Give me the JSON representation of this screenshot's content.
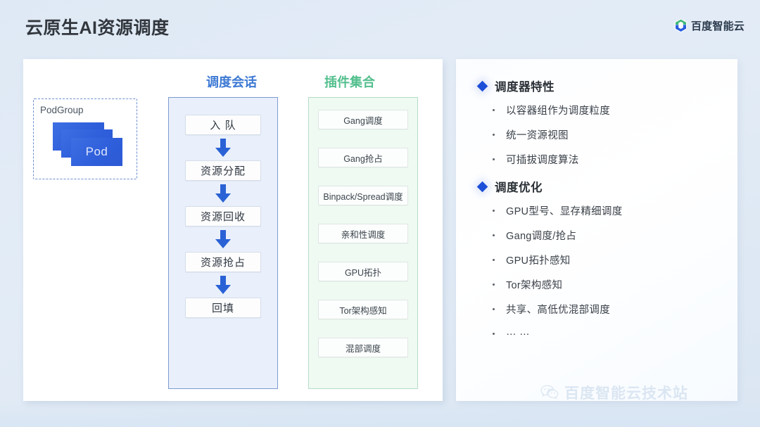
{
  "header": {
    "title": "云原生AI资源调度",
    "brand": {
      "name": "百度智能云",
      "logo_icon": "baidu-cloud-hexagon-icon",
      "logo_colors": {
        "green": "#47b97d",
        "blue": "#2a5ee0"
      }
    }
  },
  "diagram": {
    "podgroup": {
      "label": "PodGroup",
      "pods": [
        "Pod",
        "Pod",
        "Pod"
      ],
      "border_style": "dashed",
      "border_color": "#6d8fd0",
      "pod_color": "#2f5fdb"
    },
    "connector_left_icon": "chevron-right-icon",
    "connector_right_icon": "chevron-left-icon",
    "connector_color": "#2a62d6",
    "session": {
      "title": "调度会话",
      "title_color": "#3e7ad4",
      "panel_bg": "#e9f0fb",
      "panel_border": "#7e9bd2",
      "steps": [
        "入 队",
        "资源分配",
        "资源回收",
        "资源抢占",
        "回填"
      ],
      "arrow_icon": "arrow-down-icon"
    },
    "plugins": {
      "title": "插件集合",
      "title_color": "#53bf8e",
      "panel_bg": "#effaf3",
      "panel_border": "#b5dcc6",
      "items": [
        "Gang调度",
        "Gang抢占",
        "Binpack/Spread调度",
        "亲和性调度",
        "GPU拓扑",
        "Tor架构感知",
        "混部调度"
      ]
    }
  },
  "features": {
    "bullet_color": "#1c4ed8",
    "groups": [
      {
        "title": "调度器特性",
        "items": [
          "以容器组作为调度粒度",
          "统一资源视图",
          "可插拔调度算法"
        ]
      },
      {
        "title": "调度优化",
        "items": [
          "GPU型号、显存精细调度",
          "Gang调度/抢占",
          "GPU拓扑感知",
          "Tor架构感知",
          "共享、高低优混部调度",
          "… …"
        ]
      }
    ]
  },
  "watermark": {
    "icon": "wechat-icon",
    "text": "百度智能云技术站"
  }
}
